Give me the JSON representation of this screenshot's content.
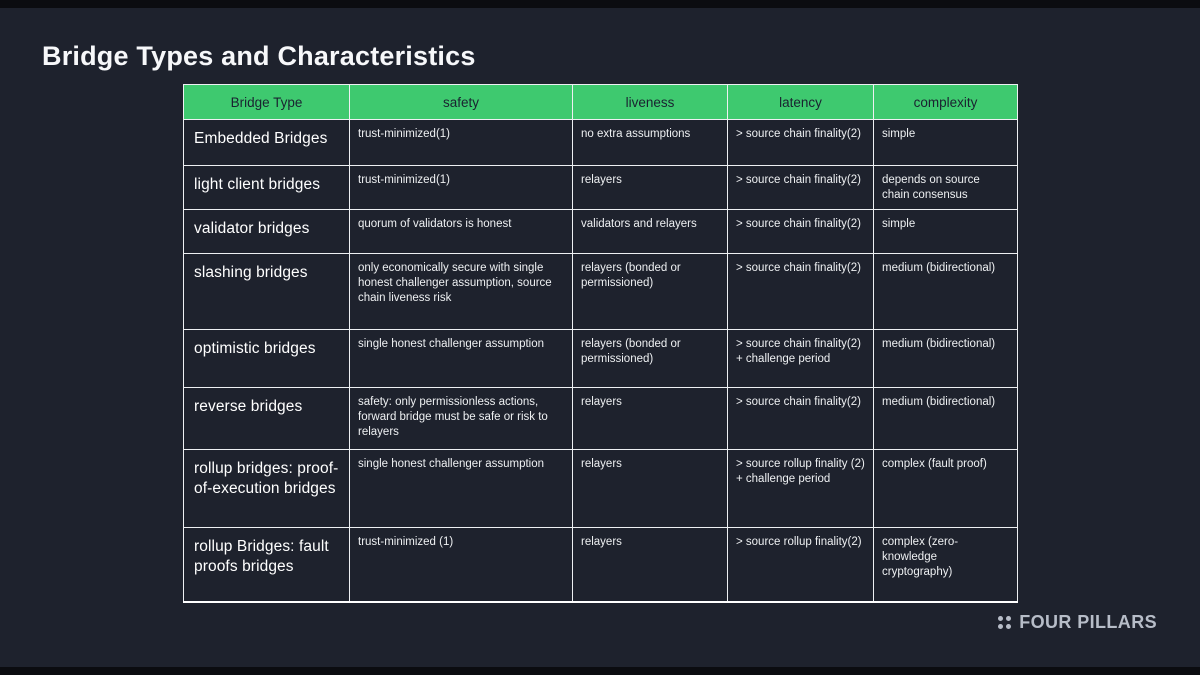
{
  "page": {
    "title": "Bridge Types and Characteristics"
  },
  "table": {
    "headers": [
      "Bridge Type",
      "safety",
      "liveness",
      "latency",
      "complexity"
    ],
    "rows": [
      [
        "Embedded Bridges",
        "trust-minimized(1)",
        "no extra assumptions",
        "> source chain finality(2)",
        "simple"
      ],
      [
        "light client bridges",
        "trust-minimized(1)",
        "relayers",
        "> source chain finality(2)",
        "depends on source chain consensus"
      ],
      [
        "validator bridges",
        "quorum of validators is honest",
        "validators and relayers",
        "> source chain finality(2)",
        "simple"
      ],
      [
        "slashing bridges",
        "only economically secure with single honest challenger assumption, source chain liveness risk",
        "relayers (bonded or permissioned)",
        "> source chain finality(2)",
        "medium (bidirectional)"
      ],
      [
        "optimistic bridges",
        "single honest challenger assumption",
        "relayers (bonded or permissioned)",
        "> source chain finality(2) + challenge period",
        "medium (bidirectional)"
      ],
      [
        "reverse bridges",
        "safety: only permissionless actions, forward bridge must be safe or risk to relayers",
        "relayers",
        "> source chain finality(2)",
        "medium (bidirectional)"
      ],
      [
        "rollup bridges: proof-of-execution bridges",
        "single honest challenger assumption",
        "relayers",
        "> source rollup finality (2) + challenge period",
        "complex (fault proof)"
      ],
      [
        "rollup Bridges: fault proofs bridges",
        "trust-minimized (1)",
        "relayers",
        "> source rollup finality(2)",
        "complex (zero-knowledge cryptography)"
      ]
    ]
  },
  "footer": {
    "brand": "FOUR PILLARS"
  },
  "colors": {
    "background": "#1e222d",
    "header_green": "#3ec96f",
    "header_text": "#1a2230",
    "cell_border": "#eef0f3",
    "body_text": "#eef0f2",
    "brand_gray": "#b7bdc8"
  }
}
